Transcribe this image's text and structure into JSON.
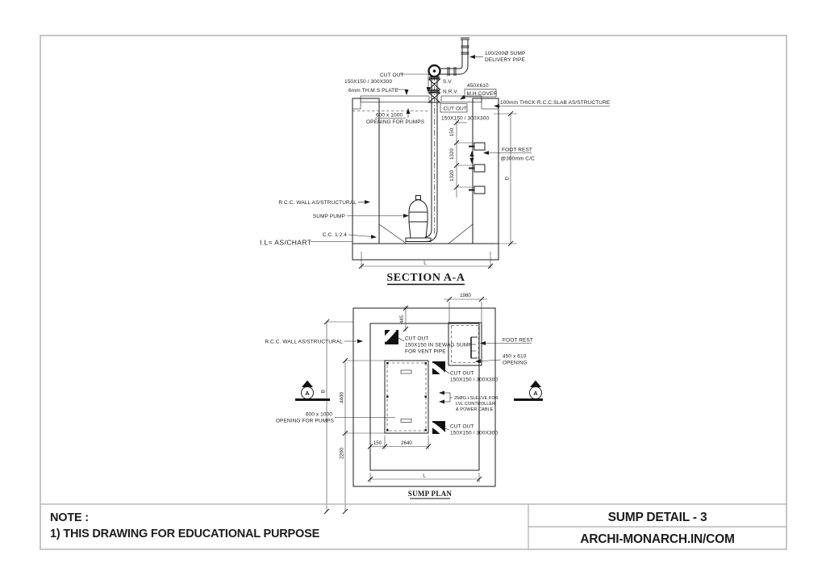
{
  "colors": {
    "line": "#1c1c1c",
    "frame": "#c6c6c6",
    "paper": "#ffffff"
  },
  "section": {
    "title": "SECTION A-A",
    "labels": {
      "delivery_pipe_1": "100/200Ø SUMP",
      "delivery_pipe_2": "DELIVERY PIPE",
      "cutout_top_1": "CUT OUT",
      "cutout_top_2": "150X150 / 300X300",
      "ms_plate": "6mm TH.M.S PLATE",
      "sv": "S.V",
      "nrv": "N.R.V.",
      "mh_cover_1": "450X610",
      "mh_cover_2": "M.H.COVER",
      "slab": "100mm THICK R.C.C.SLAB AS/STRUCTURE",
      "cutout_slab_1": "CUT OUT",
      "cutout_slab_2": "150X150 / 300X300",
      "opening_dim": "600 x 1000",
      "opening_text": "OPENING FOR PUMPS",
      "foot_rest_1": "FOOT REST",
      "foot_rest_2": "@300mm C/C",
      "rcc_wall": "R.C.C. WALL AS/STRUCTURAL",
      "sump_pump": "SUMP PUMP",
      "cc_mix": "C.C. 1:2:4",
      "invert_level": "I.L=  AS/CHART"
    },
    "dims": {
      "d1": "150",
      "d2": "1320",
      "d3": "1320",
      "depth": "D",
      "length": "L"
    }
  },
  "plan": {
    "title": "SUMP PLAN",
    "labels": {
      "rcc_wall": "R.C.C. WALL AS/STRUCTURAL",
      "vent_1": "CUT OUT",
      "vent_2": "150X150 IN SEWAG SUMP",
      "vent_3": "FOR VENT PIPE",
      "foot_rest": "FOOT REST",
      "opening_450_1": "450 x 610",
      "opening_450_2": "OPENING",
      "cutout_a_1": "CUT OUT",
      "cutout_a_2": "150X150 / 300X300",
      "sleeve_1": "25ØG.I.SLEEVE FOR",
      "sleeve_2": "LVL CONTROLLER",
      "sleeve_3": "& POWER CABLE",
      "cutout_b_1": "CUT OUT",
      "cutout_b_2": "150X150 / 300X300",
      "opening_600_1": "600 x 1000",
      "opening_600_2": "OPENING FOR PUMPS",
      "section_marker": "A"
    },
    "dims": {
      "top_width": "1980",
      "vent_offset": "445",
      "left_outer": "B",
      "left_upper": "4400",
      "left_lower": "2200",
      "bottom_150": "150",
      "bottom_2640": "2640",
      "length": "L"
    }
  },
  "title_block": {
    "note_label": "NOTE :",
    "note_1": "1) THIS DRAWING FOR EDUCATIONAL PURPOSE",
    "drawing_title": "SUMP DETAIL - 3",
    "brand": "ARCHI-MONARCH.IN/COM"
  }
}
